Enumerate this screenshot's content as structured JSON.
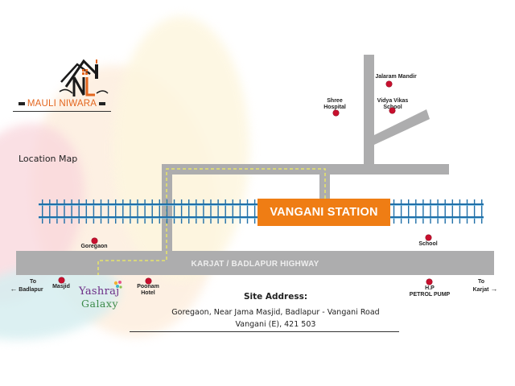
{
  "brand": {
    "name": "MAULI NIWARA",
    "colors": {
      "primary": "#e3651d",
      "dark": "#222222"
    }
  },
  "title": "Location Map",
  "station": {
    "label": "VANGANI STATION",
    "color": "#ef7d14"
  },
  "highway": {
    "label": "KARJAT / BADLAPUR HIGHWAY",
    "color": "#adadae"
  },
  "landmarks": [
    {
      "id": "jalaram-mandir",
      "label": "Jalaram Mandir"
    },
    {
      "id": "shree-hospital",
      "label_lines": [
        "Shree",
        "Hospital"
      ]
    },
    {
      "id": "vidya-vikas-school",
      "label_lines": [
        "Vidya Vikas",
        "School"
      ]
    },
    {
      "id": "goregaon",
      "label": "Goregaon"
    },
    {
      "id": "school",
      "label": "School"
    },
    {
      "id": "masjid",
      "label": "Masjid"
    },
    {
      "id": "poonam-hotel",
      "label_lines": [
        "Poonam",
        "Hotel"
      ]
    },
    {
      "id": "hp-petrol-pump",
      "label_lines": [
        "H.P",
        "PETROL PUMP"
      ]
    }
  ],
  "directions": {
    "left": {
      "label_lines": [
        "To",
        "Badlapur"
      ],
      "arrow": "←"
    },
    "right": {
      "label_lines": [
        "To",
        "Karjat"
      ],
      "arrow": "→"
    }
  },
  "project": {
    "line1": "Yashraj",
    "line2": "Galaxy"
  },
  "address": {
    "title": "Site Address:",
    "line1": "Goregaon, Near Jama Masjid, Badlapur - Vangani Road",
    "line2": "Vangani (E), 421 503"
  },
  "colors": {
    "road": "#adadae",
    "track": "#1f6fa8",
    "marker": "#c8102e",
    "route": "#e6e36a"
  }
}
